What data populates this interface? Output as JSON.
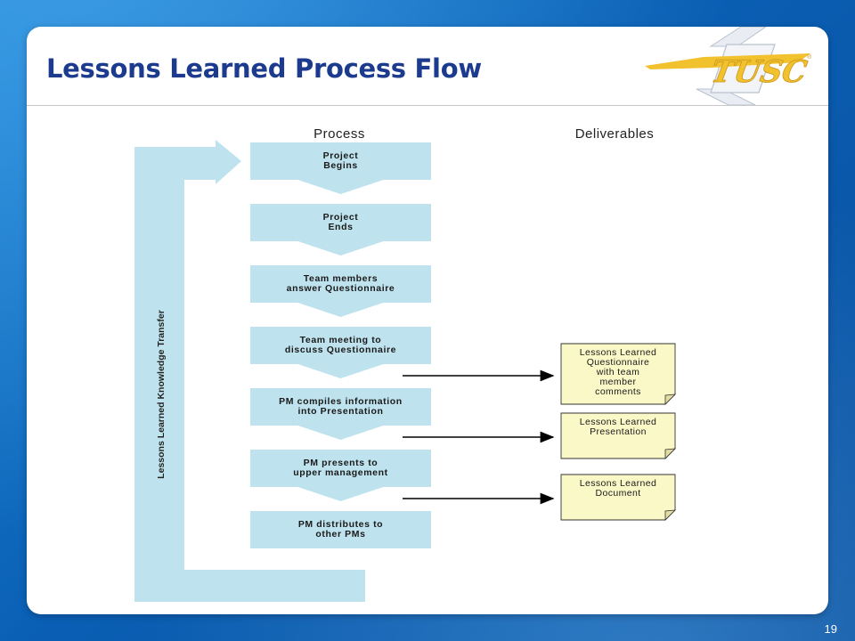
{
  "slide": {
    "title": "Lessons Learned Process Flow",
    "logo_text": "TUSC",
    "page_number": "19"
  },
  "diagram": {
    "process_header": "Process",
    "deliverables_header": "Deliverables",
    "loop_label": "Lessons Learned Knowledge Transfer",
    "steps": [
      {
        "line1": "Project",
        "line2": "Begins"
      },
      {
        "line1": "Project",
        "line2": "Ends"
      },
      {
        "line1": "Team members",
        "line2": "answer Questionnaire"
      },
      {
        "line1": "Team meeting to",
        "line2": "discuss Questionnaire"
      },
      {
        "line1": "PM compiles information",
        "line2": "into Presentation"
      },
      {
        "line1": "PM presents to",
        "line2": "upper management"
      },
      {
        "line1": "PM distributes to",
        "line2": "other PMs"
      }
    ],
    "deliverables": [
      {
        "lines": [
          "Lessons Learned",
          "Questionnaire",
          "with team",
          "member",
          "comments"
        ]
      },
      {
        "lines": [
          "Lessons Learned",
          "Presentation"
        ]
      },
      {
        "lines": [
          "Lessons Learned",
          "Document"
        ]
      }
    ],
    "colors": {
      "box_fill": "#bfe3ee",
      "note_fill": "#fbf8c7",
      "arrow_line": "#000000",
      "title_color": "#1c3a8e"
    }
  }
}
